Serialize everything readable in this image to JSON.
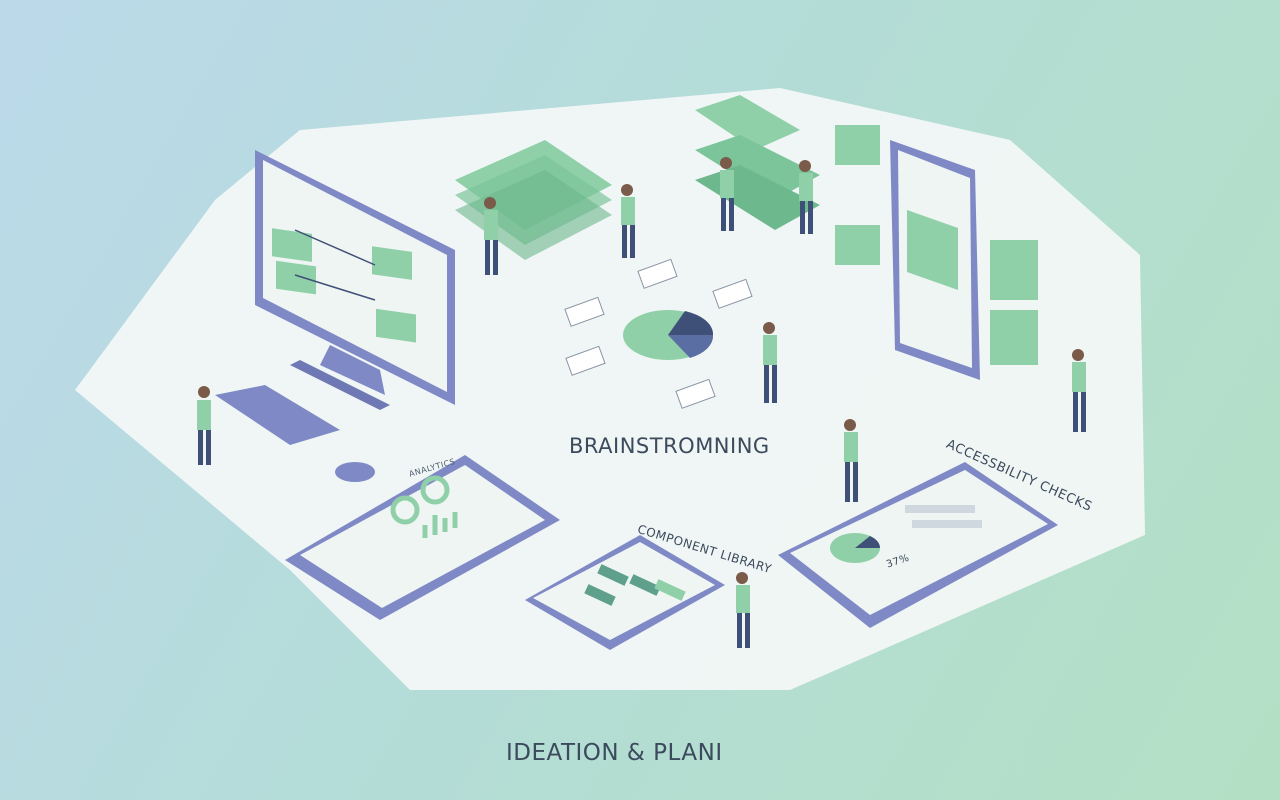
{
  "labels": {
    "brainstorming": "BRAINSTROMNING",
    "footer": "IDEATION & PLANI",
    "component_library": "COMPONENT LIBRARY",
    "accessibility": "ACCESSBILITY CHECKS",
    "tablet_title": "ANALYTICS",
    "stat": "37%"
  },
  "colors": {
    "platform": "#f2f7f6",
    "accent_green": "#8fd0a8",
    "device_frame": "#7a86c4",
    "dark_navy": "#3f5078"
  }
}
